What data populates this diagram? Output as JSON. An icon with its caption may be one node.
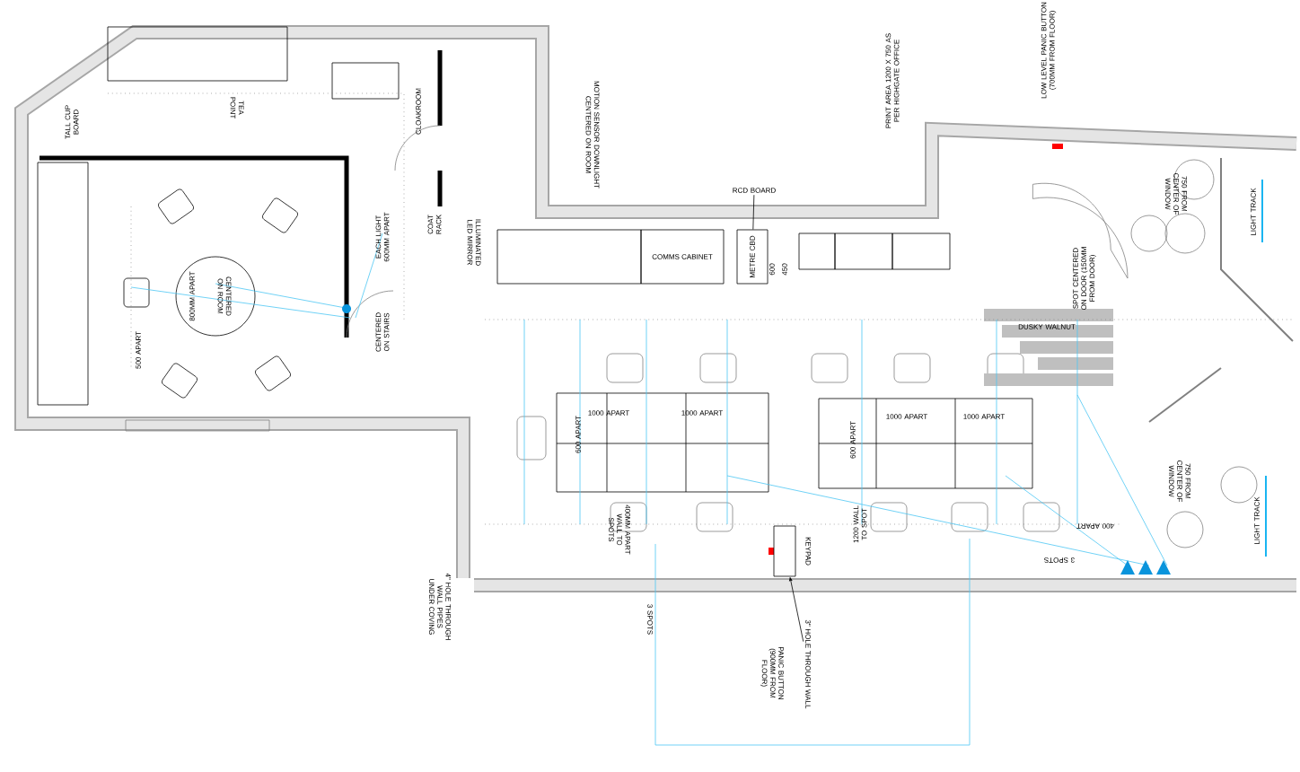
{
  "diagram": {
    "nodes": [
      {
        "text": [],
        "shape": "box"
      },
      {
        "text": [],
        "shape": "box"
      },
      {
        "text": [
          "COMMS CABINET"
        ]
      },
      {
        "text": [
          "METRE CBD"
        ]
      },
      {
        "text": [],
        "shape": "box"
      },
      {
        "text": [],
        "shape": "box"
      },
      {
        "text": [],
        "shape": "box"
      },
      {
        "text": [],
        "shape": "box",
        "beside": [
          "KEYPAD"
        ]
      },
      {
        "text": [
          "RCD BOARD"
        ]
      },
      {
        "text": [
          "3\" HOLE THROUGH WALL"
        ]
      }
    ],
    "edges": [
      {
        "from": 8,
        "to": 3,
        "arrow": "none"
      },
      {
        "from": 9,
        "to": 7,
        "arrow": "to"
      }
    ],
    "labels": [
      "TALL CUP BOARD",
      "TEA POINT",
      "CLOAKROOM",
      "COAT RACK",
      "EACH LIGHT 600MM APART",
      "CENTERED ON STAIRS",
      "800MM APART",
      "CENTERED ON ROOM",
      "500 APART",
      "ILLUMINATED LED MIRROR",
      "MOTION SENSOR DOWNLIGHT CENTERED ON ROOM",
      "600",
      "450",
      "PRINT AREA 1200 X 750 AS PER HIGHGATE OFFICE",
      "LOW LEVEL PANIC BUTTON (700MM FROM FLOOR)",
      "SPOT CENTERED ON DOOR (150MM FROM DOOR)",
      "DUSKY WALNUT",
      "750 FROM CENTER OF WINDOW",
      "LIGHT TRACK",
      "750 FROM CENTER OF WINDOW",
      "LIGHT TRACK",
      "1000 APART",
      "1000 APART",
      "600 APART",
      "1000 APART",
      "1000 APART",
      "600 APART",
      "400MM APART WALL TO SPOTS",
      "1200 WALL TO SPOT",
      "400 APART",
      "3 SPOTS",
      "3 SPOTS",
      "PANIC BUTTON (900MM FROM FLOOR)",
      "4\" HOLE THROUGH WALL PIPES UNDER COVING"
    ]
  }
}
